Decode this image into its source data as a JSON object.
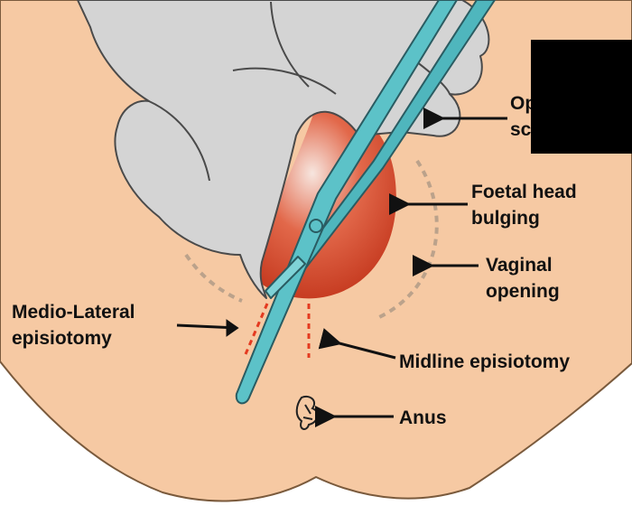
{
  "labels": {
    "scissors_partial": "Op\nsc",
    "foetal_head": "Foetal head\nbulging",
    "vaginal_opening": "Vaginal\nopening",
    "medio_lateral": "Medio-Lateral\nepisiotomy",
    "midline": "Midline episiotomy",
    "anus": "Anus"
  },
  "colors": {
    "skin": "#f6c9a3",
    "outline": "#7a5a3c",
    "glove": "#d4d4d4",
    "head": "#d64b2c",
    "scissors": "#4fb6bd",
    "incision": "#e43a20",
    "dashed_opening": "#bba28b",
    "redaction": "#000000"
  },
  "icons": {
    "pointer": "arrow-left-icon"
  }
}
